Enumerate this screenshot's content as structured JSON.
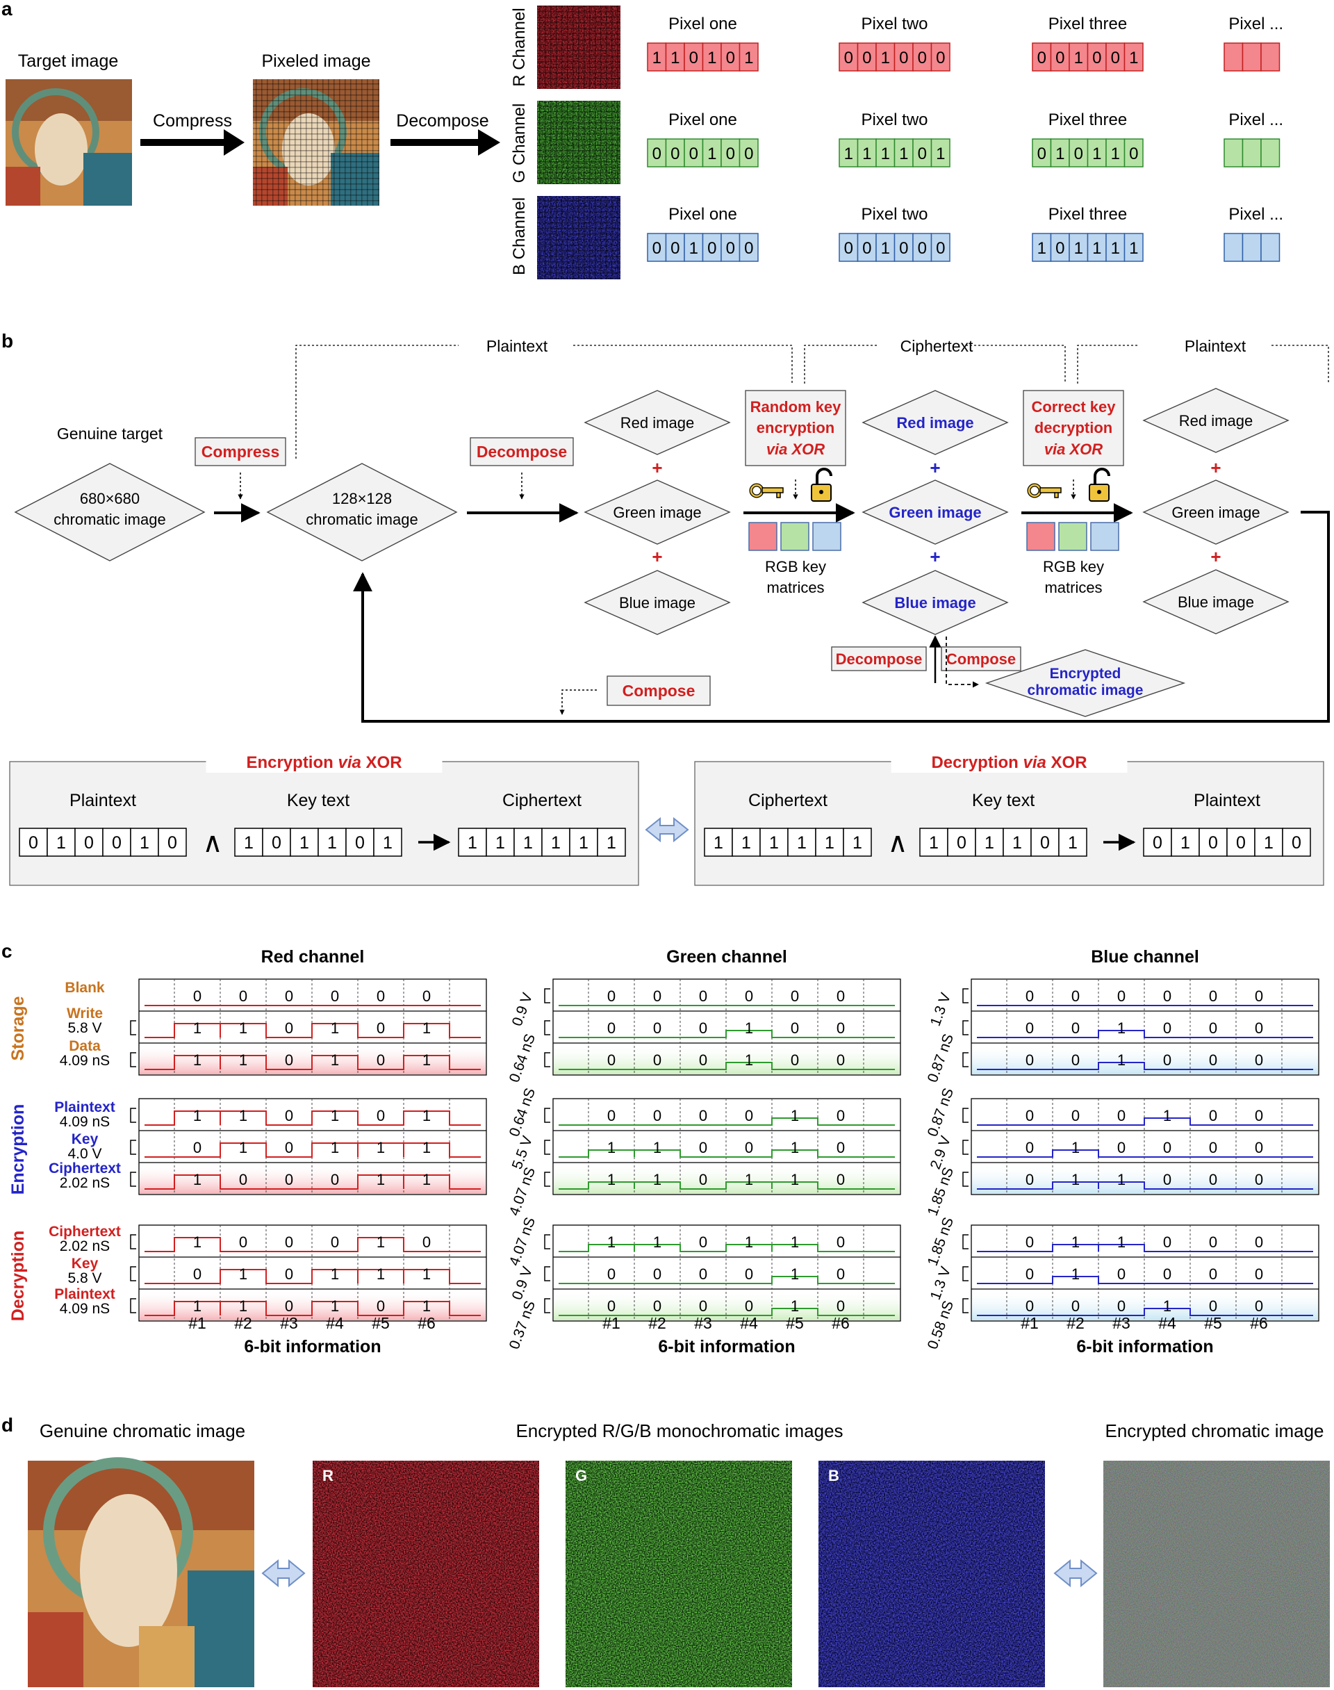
{
  "panel_labels": [
    "a",
    "b",
    "c",
    "d"
  ],
  "colors": {
    "red": "#d21f1f",
    "red_fill": "#f4868d",
    "green": "#2e9a2e",
    "green_fill": "#b6e3a5",
    "blue": "#2424c8",
    "blue_fill": "#bcd6ef",
    "orange": "#c8731e",
    "box_fill": "#f2f2f2",
    "arrow_fill": "#c9d9f2",
    "arrow_stroke": "#6f8fc7",
    "lock": "#f0c43a"
  },
  "a": {
    "target_label": "Target image",
    "pixeled_label": "Pixeled image",
    "compress": "Compress",
    "decompose": "Decompose",
    "channels": [
      {
        "label": "R Channel",
        "pixels": [
          {
            "name": "Pixel one",
            "bits": [
              "1",
              "1",
              "0",
              "1",
              "0",
              "1"
            ]
          },
          {
            "name": "Pixel two",
            "bits": [
              "0",
              "0",
              "1",
              "0",
              "0",
              "0"
            ]
          },
          {
            "name": "Pixel three",
            "bits": [
              "0",
              "0",
              "1",
              "0",
              "0",
              "1"
            ]
          },
          {
            "name": "Pixel ..."
          }
        ]
      },
      {
        "label": "G Channel",
        "pixels": [
          {
            "name": "Pixel one",
            "bits": [
              "0",
              "0",
              "0",
              "1",
              "0",
              "0"
            ]
          },
          {
            "name": "Pixel two",
            "bits": [
              "1",
              "1",
              "1",
              "1",
              "0",
              "1"
            ]
          },
          {
            "name": "Pixel three",
            "bits": [
              "0",
              "1",
              "0",
              "1",
              "1",
              "0"
            ]
          },
          {
            "name": "Pixel ..."
          }
        ]
      },
      {
        "label": "B Channel",
        "pixels": [
          {
            "name": "Pixel one",
            "bits": [
              "0",
              "0",
              "1",
              "0",
              "0",
              "0"
            ]
          },
          {
            "name": "Pixel two",
            "bits": [
              "0",
              "0",
              "1",
              "0",
              "0",
              "0"
            ]
          },
          {
            "name": "Pixel three",
            "bits": [
              "1",
              "0",
              "1",
              "1",
              "1",
              "1"
            ]
          },
          {
            "name": "Pixel ..."
          }
        ]
      }
    ]
  },
  "b": {
    "plaintext_1": "Plaintext",
    "ciphertext": "Ciphertext",
    "plaintext_2": "Plaintext",
    "genuine_target": "Genuine target",
    "compress": "Compress",
    "decompose": "Decompose",
    "diamond_680": [
      "680×680",
      "chromatic image"
    ],
    "diamond_128": [
      "128×128",
      "chromatic image"
    ],
    "red_image": "Red image",
    "green_image": "Green image",
    "blue_image": "Blue image",
    "random_key": [
      "Random key",
      "encryption",
      "via XOR"
    ],
    "correct_key": [
      "Correct key",
      "decryption",
      "via XOR"
    ],
    "rgb_key": [
      "RGB key",
      "matrices"
    ],
    "decompose_2": "Decompose",
    "compose_2": "Compose",
    "encrypted_chromatic": [
      "Encrypted",
      "chromatic image"
    ],
    "compose": "Compose",
    "enc_box": {
      "title_a": "Encryption ",
      "title_b": "via",
      "title_c": " XOR",
      "in_label": "Plaintext",
      "key_label": "Key text",
      "out_label": "Ciphertext",
      "in_bits": [
        "0",
        "1",
        "0",
        "0",
        "1",
        "0"
      ],
      "key_bits": [
        "1",
        "0",
        "1",
        "1",
        "0",
        "1"
      ],
      "out_bits": [
        "1",
        "1",
        "1",
        "1",
        "1",
        "1"
      ],
      "op": "∧"
    },
    "dec_box": {
      "title_a": "Decryption ",
      "title_b": "via",
      "title_c": " XOR",
      "in_label": "Ciphertext",
      "key_label": "Key text",
      "out_label": "Plaintext",
      "in_bits": [
        "1",
        "1",
        "1",
        "1",
        "1",
        "1"
      ],
      "key_bits": [
        "1",
        "0",
        "1",
        "1",
        "0",
        "1"
      ],
      "out_bits": [
        "0",
        "1",
        "0",
        "0",
        "1",
        "0"
      ],
      "op": "∧"
    }
  },
  "c": {
    "xlabel": "6-bit information",
    "bit_labels": [
      "#1",
      "#2",
      "#3",
      "#4",
      "#5",
      "#6"
    ],
    "group_labels": [
      "Storage",
      "Encryption",
      "Decryption"
    ],
    "red_labels": [
      [
        {
          "name": "Blank",
          "val": ""
        },
        {
          "name": "Write",
          "val": "5.8 V"
        },
        {
          "name": "Data",
          "val": "4.09 nS"
        }
      ],
      [
        {
          "name": "Plaintext",
          "val": "4.09 nS"
        },
        {
          "name": "Key",
          "val": "4.0 V"
        },
        {
          "name": "Ciphertext",
          "val": "2.02 nS"
        }
      ],
      [
        {
          "name": "Ciphertext",
          "val": "2.02 nS"
        },
        {
          "name": "Key",
          "val": "5.8 V"
        },
        {
          "name": "Plaintext",
          "val": "4.09 nS"
        }
      ]
    ],
    "channels": [
      {
        "title": "Red channel",
        "color": "red",
        "side": [],
        "groups": [
          [
            [
              "0",
              "0",
              "0",
              "0",
              "0",
              "0"
            ],
            [
              "1",
              "1",
              "0",
              "1",
              "0",
              "1"
            ],
            [
              "1",
              "1",
              "0",
              "1",
              "0",
              "1"
            ]
          ],
          [
            [
              "1",
              "1",
              "0",
              "1",
              "0",
              "1"
            ],
            [
              "0",
              "1",
              "0",
              "1",
              "1",
              "1"
            ],
            [
              "1",
              "0",
              "0",
              "0",
              "1",
              "1"
            ]
          ],
          [
            [
              "1",
              "0",
              "0",
              "0",
              "1",
              "0"
            ],
            [
              "0",
              "1",
              "0",
              "1",
              "1",
              "1"
            ],
            [
              "1",
              "1",
              "0",
              "1",
              "0",
              "1"
            ]
          ]
        ]
      },
      {
        "title": "Green channel",
        "color": "green",
        "side": [
          "0.9 V",
          "0.64 nS",
          "0.64 nS",
          "5.5 V",
          "4.07 nS",
          "4.07 nS",
          "0.9 V",
          "0.37 nS"
        ],
        "groups": [
          [
            [
              "0",
              "0",
              "0",
              "0",
              "0",
              "0"
            ],
            [
              "0",
              "0",
              "0",
              "1",
              "0",
              "0"
            ],
            [
              "0",
              "0",
              "0",
              "1",
              "0",
              "0"
            ]
          ],
          [
            [
              "0",
              "0",
              "0",
              "0",
              "1",
              "0"
            ],
            [
              "1",
              "1",
              "0",
              "0",
              "1",
              "0"
            ],
            [
              "1",
              "1",
              "0",
              "1",
              "1",
              "0"
            ]
          ],
          [
            [
              "1",
              "1",
              "0",
              "1",
              "1",
              "0"
            ],
            [
              "0",
              "0",
              "0",
              "0",
              "1",
              "0"
            ],
            [
              "0",
              "0",
              "0",
              "0",
              "1",
              "0"
            ]
          ]
        ]
      },
      {
        "title": "Blue channel",
        "color": "blue",
        "side": [
          "1.3 V",
          "0.87 nS",
          "0.87 nS",
          "2.9 V",
          "1.85 nS",
          "1.85 nS",
          "1.3 V",
          "0.58 nS"
        ],
        "groups": [
          [
            [
              "0",
              "0",
              "0",
              "0",
              "0",
              "0"
            ],
            [
              "0",
              "0",
              "1",
              "0",
              "0",
              "0"
            ],
            [
              "0",
              "0",
              "1",
              "0",
              "0",
              "0"
            ]
          ],
          [
            [
              "0",
              "0",
              "0",
              "1",
              "0",
              "0"
            ],
            [
              "0",
              "1",
              "0",
              "0",
              "0",
              "0"
            ],
            [
              "0",
              "1",
              "1",
              "0",
              "0",
              "0"
            ]
          ],
          [
            [
              "0",
              "1",
              "1",
              "0",
              "0",
              "0"
            ],
            [
              "0",
              "1",
              "0",
              "0",
              "0",
              "0"
            ],
            [
              "0",
              "0",
              "0",
              "1",
              "0",
              "0"
            ]
          ]
        ]
      }
    ]
  },
  "d": {
    "genuine": "Genuine chromatic image",
    "encrypted_rgb": "Encrypted R/G/B monochromatic images",
    "encrypted_chromatic": "Encrypted chromatic image",
    "tags": [
      "R",
      "G",
      "B"
    ]
  }
}
